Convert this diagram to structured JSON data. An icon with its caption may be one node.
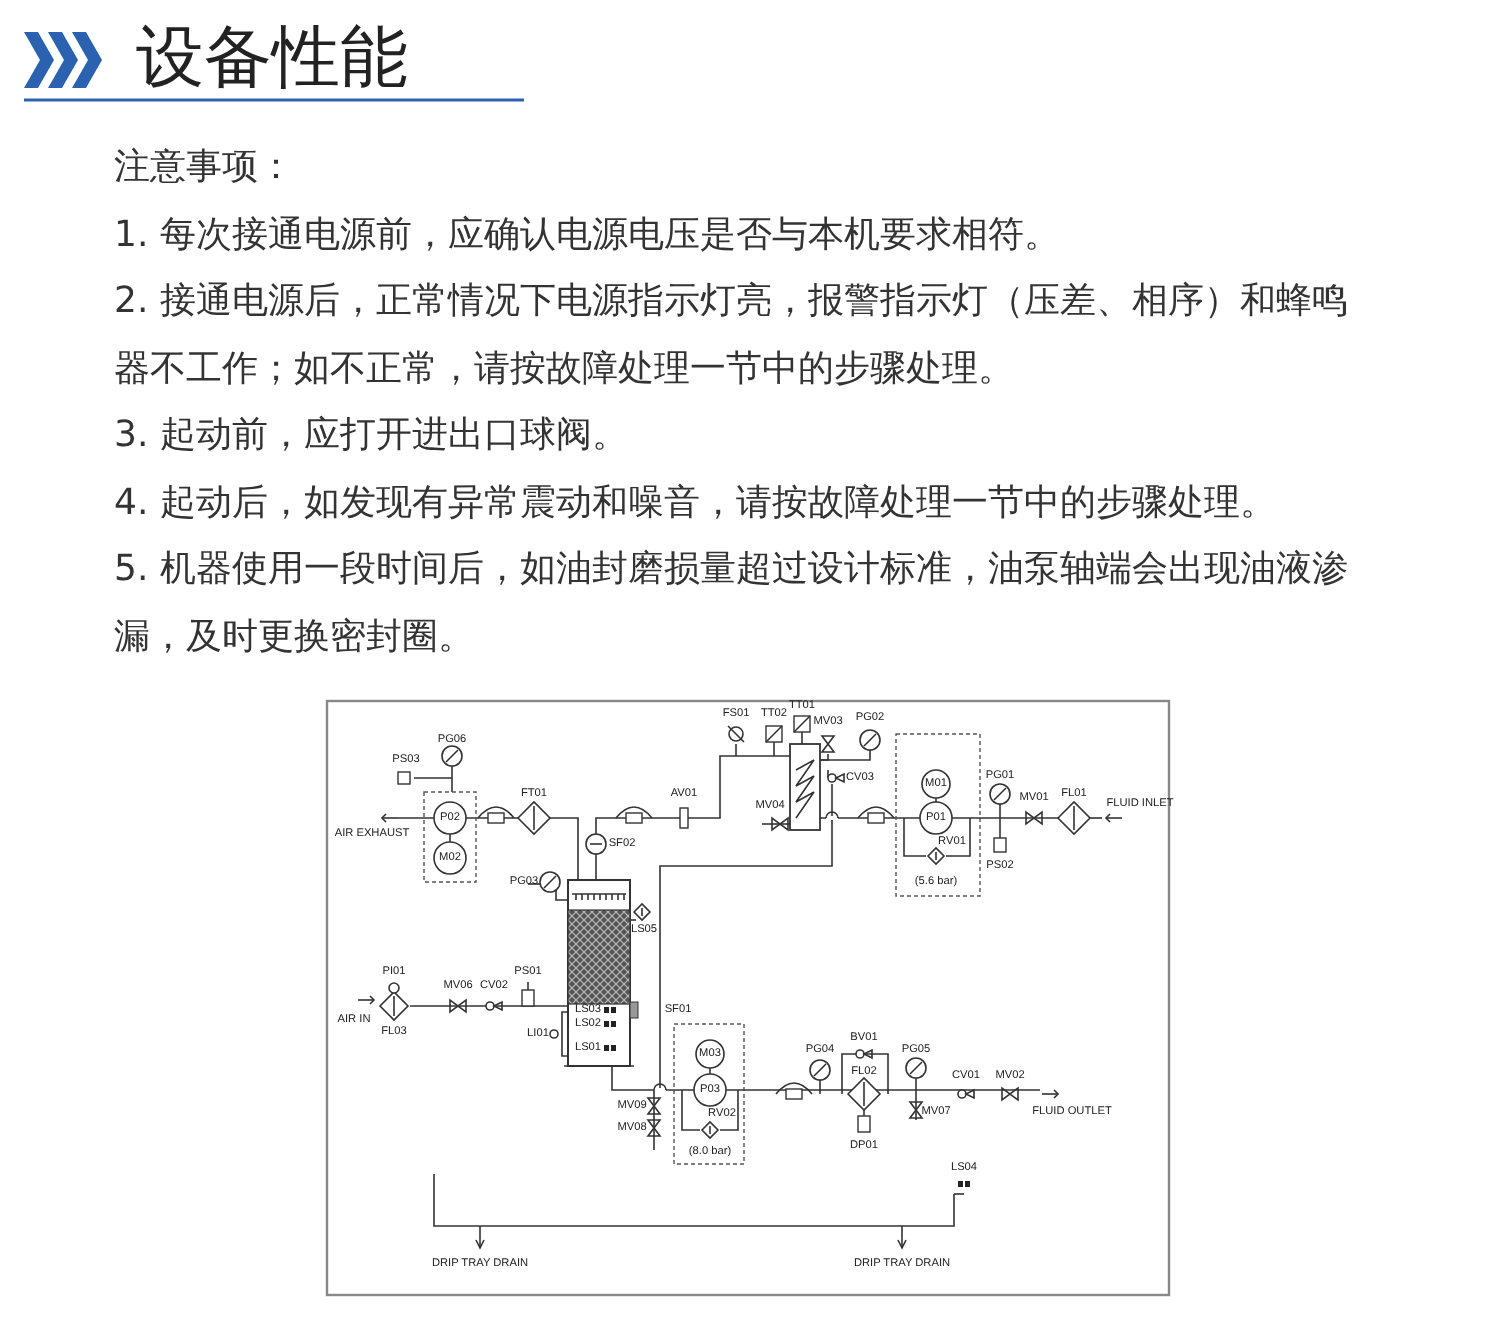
{
  "diagram": {
    "title": "设备性能",
    "labels": [
      "注意事项：",
      "1. 每次接通电源前，应确认电源电压是否与本机要求相符。",
      "2. 接通电源后，正常情况下电源指示灯亮，报警指示灯（压差、相序）和蜂鸣器不工作；如不正常，请按故障处理一节中的步骤处理。",
      "3. 起动前，应打开进出口球阀。",
      "4. 起动后，如发现有异常震动和噪音，请按故障处理一节中的步骤处理。",
      "5. 机器使用一段时间后，如油封磨损量超过设计标准，油泵轴端会出现油液渗漏，及时更换密封圈。",
      "PG06",
      "PS03",
      "AIR EXHAUST",
      "P02",
      "M02",
      "FT01",
      "SF02",
      "PG03",
      "LS05",
      "AV01",
      "FS01",
      "TT02",
      "TT01",
      "MV03",
      "PG02",
      "CV03",
      "MV04",
      "M01",
      "P01",
      "RV01",
      "(5.6 bar)",
      "PG01",
      "PS02",
      "MV01",
      "FL01",
      "FLUID INLET",
      "PI01",
      "AIR IN",
      "FL03",
      "MV06",
      "CV02",
      "PS01",
      "LS03",
      "LS02",
      "LS01",
      "SF01",
      "LI01",
      "MV09",
      "MV08",
      "M03",
      "P03",
      "RV02",
      "(8.0 bar)",
      "PG04",
      "BV01",
      "FL02",
      "DP01",
      "PG05",
      "MV07",
      "CV01",
      "MV02",
      "FLUID OUTLET",
      "LS04",
      "DRIP TRAY DRAIN",
      "DRIP TRAY DRAIN"
    ]
  }
}
